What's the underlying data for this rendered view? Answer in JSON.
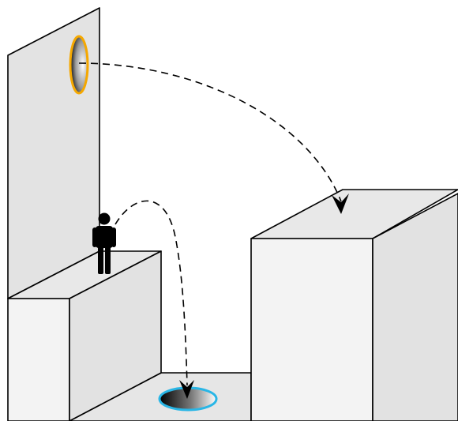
{
  "diagram": {
    "background": "#ffffff",
    "surface_colors": {
      "wall": "#e3e3e3",
      "block_front": "#f3f3f3",
      "block_side": "#e2e2e2",
      "block_top": "#e8e8e8",
      "floor": "#e6e6e6"
    },
    "portals": {
      "orange": {
        "rim_color": "#f5a800",
        "location": "wall"
      },
      "blue": {
        "rim_color": "#29b6e6",
        "location": "floor"
      }
    },
    "figure": {
      "icon": "person-icon",
      "color": "#000000"
    },
    "trajectories": [
      {
        "from": "orange-portal",
        "to": "right-block-top",
        "style": "dashed"
      },
      {
        "from": "person",
        "to": "blue-portal",
        "style": "dashed"
      }
    ]
  }
}
